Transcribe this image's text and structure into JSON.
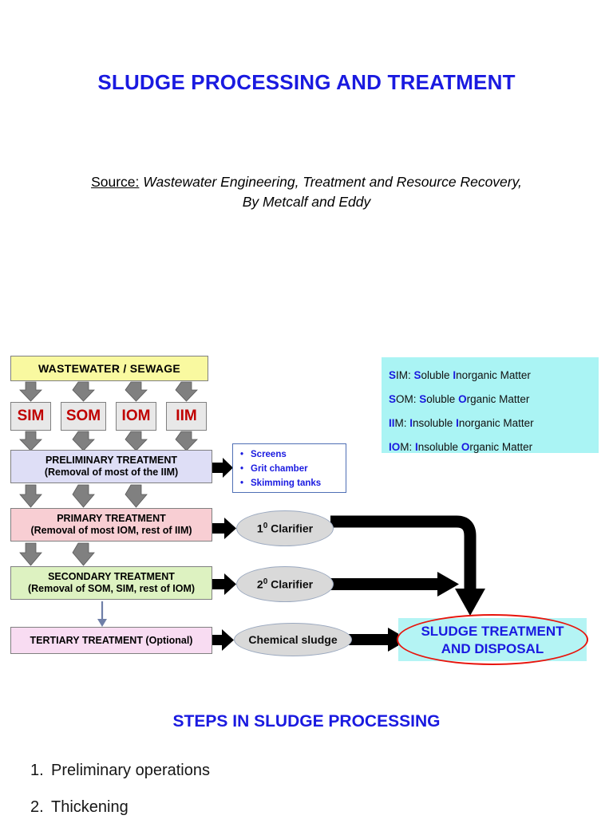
{
  "slide": {
    "title": "SLUDGE PROCESSING AND TREATMENT",
    "source_label": "Source:",
    "source_text": "Wastewater Engineering, Treatment and Resource Recovery,",
    "source_text2": "By  Metcalf and Eddy"
  },
  "diagram": {
    "wastewater_box": "WASTEWATER / SEWAGE",
    "components": [
      {
        "label": "SIM"
      },
      {
        "label": "SOM"
      },
      {
        "label": "IOM"
      },
      {
        "label": "IIM"
      }
    ],
    "stages": [
      {
        "title": "PRELIMINARY TREATMENT",
        "subtitle": "(Removal of most of the IIM)"
      },
      {
        "title": "PRIMARY TREATMENT",
        "subtitle": "(Removal of most IOM, rest of IIM)"
      },
      {
        "title": "SECONDARY TREATMENT",
        "subtitle": "(Removal of SOM, SIM, rest of IOM)"
      },
      {
        "title": "TERTIARY TREATMENT (Optional)",
        "subtitle": ""
      }
    ],
    "prelim_units": [
      "Screens",
      "Grit chamber",
      "Skimming tanks"
    ],
    "bullet_glyph": "•",
    "outputs": [
      {
        "name_prefix": "1",
        "name_sup": "0",
        "name_suffix": " Clarifier"
      },
      {
        "name_prefix": "2",
        "name_sup": "0",
        "name_suffix": " Clarifier"
      }
    ],
    "chemical_sludge": "Chemical sludge",
    "sludge_target_line1": "SLUDGE TREATMENT",
    "sludge_target_line2": "AND DISPOSAL",
    "legend": [
      {
        "abbr_a": "S",
        "abbr_rest": "IM: ",
        "w1_a": "S",
        "w1_rest": "oluble ",
        "w2_a": "I",
        "w2_rest": "norganic Matter"
      },
      {
        "abbr_a": "S",
        "abbr_rest": "OM: ",
        "w1_a": "S",
        "w1_rest": "oluble ",
        "w2_a": "O",
        "w2_rest": "rganic Matter"
      },
      {
        "abbr_a": "II",
        "abbr_rest": "M: ",
        "w1_a": "I",
        "w1_rest": "nsoluble ",
        "w2_a": "I",
        "w2_rest": "norganic Matter"
      },
      {
        "abbr_a": "IO",
        "abbr_rest": "M: ",
        "w1_a": "I",
        "w1_rest": "nsoluble ",
        "w2_a": "O",
        "w2_rest": "rganic Matter"
      }
    ],
    "colors": {
      "wastewater": "#f9f9a0",
      "component": "#e8e8e8",
      "component_text": "#c00000",
      "preliminary": "#dedef6",
      "primary": "#f8ced3",
      "secondary": "#ddf2c1",
      "tertiary": "#f8dcf2",
      "legend_bg": "#aaf4f4",
      "oval": "#d9d9d9",
      "sludge_bg": "#b4f4f4",
      "sludge_outline": "#e8140c",
      "accent_blue": "#1a1ae0",
      "arrow_gray": "#808080",
      "arrow_black": "#000000"
    }
  },
  "steps": {
    "heading": "STEPS IN SLUDGE PROCESSING",
    "items": [
      {
        "num": "1.",
        "label": "Preliminary operations"
      },
      {
        "num": "2.",
        "label": "Thickening"
      }
    ]
  }
}
